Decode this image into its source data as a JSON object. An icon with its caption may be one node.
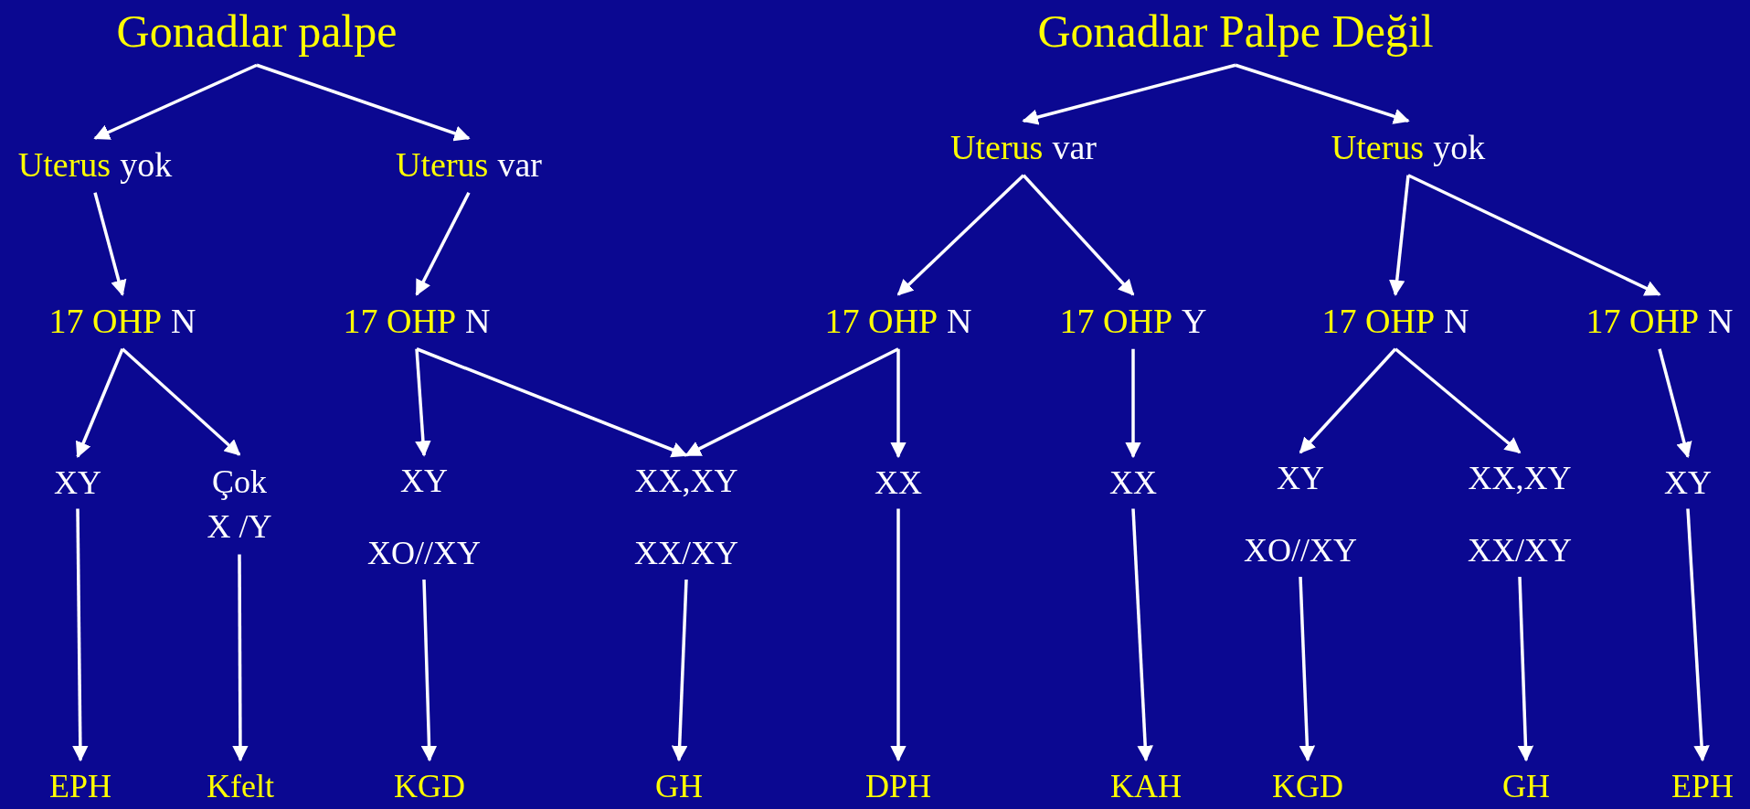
{
  "diagram": {
    "nodes": [
      {
        "text": [
          "Gonadlar palpe"
        ]
      },
      {
        "text": [
          "Gonadlar Palpe Değil"
        ]
      },
      {
        "text": [
          "Uterus",
          "yok"
        ]
      },
      {
        "text": [
          "Uterus",
          "var"
        ]
      },
      {
        "text": [
          "Uterus",
          "var"
        ]
      },
      {
        "text": [
          "Uterus",
          "yok"
        ]
      },
      {
        "text": [
          "17 OHP",
          "N"
        ]
      },
      {
        "text": [
          "17 OHP",
          "N"
        ]
      },
      {
        "text": [
          "17 OHP",
          "N"
        ]
      },
      {
        "text": [
          "17 OHP",
          "Y"
        ]
      },
      {
        "text": [
          "17 OHP",
          "N"
        ]
      },
      {
        "text": [
          "17 OHP",
          "N"
        ]
      },
      {
        "text": [
          "XY"
        ]
      },
      {
        "text": [
          "Çok X /Y"
        ]
      },
      {
        "text": [
          "XY",
          "XO//XY"
        ]
      },
      {
        "text": [
          "XX,XY",
          "XX/XY"
        ]
      },
      {
        "text": [
          "XX"
        ]
      },
      {
        "text": [
          "XX"
        ]
      },
      {
        "text": [
          "XY",
          "XO//XY"
        ]
      },
      {
        "text": [
          "XX,XY",
          "XX/XY"
        ]
      },
      {
        "text": [
          "XY"
        ]
      },
      {
        "text": [
          "EPH"
        ]
      },
      {
        "text": [
          "Kfelt"
        ]
      },
      {
        "text": [
          "KGD"
        ]
      },
      {
        "text": [
          "GH"
        ]
      },
      {
        "text": [
          "DPH"
        ]
      },
      {
        "text": [
          "KAH"
        ]
      },
      {
        "text": [
          "KGD"
        ]
      },
      {
        "text": [
          "GH"
        ]
      },
      {
        "text": [
          "EPH"
        ]
      }
    ],
    "edges": [
      {
        "from": 0,
        "to": 2,
        "arrow": "to"
      },
      {
        "from": 0,
        "to": 3,
        "arrow": "to"
      },
      {
        "from": 1,
        "to": 4,
        "arrow": "to"
      },
      {
        "from": 1,
        "to": 5,
        "arrow": "to"
      },
      {
        "from": 2,
        "to": 6,
        "arrow": "to"
      },
      {
        "from": 3,
        "to": 7,
        "arrow": "to"
      },
      {
        "from": 4,
        "to": 8,
        "arrow": "to"
      },
      {
        "from": 4,
        "to": 9,
        "arrow": "to"
      },
      {
        "from": 5,
        "to": 10,
        "arrow": "to"
      },
      {
        "from": 5,
        "to": 11,
        "arrow": "to"
      },
      {
        "from": 6,
        "to": 12,
        "arrow": "to"
      },
      {
        "from": 6,
        "to": 13,
        "arrow": "to"
      },
      {
        "from": 7,
        "to": 14,
        "arrow": "to"
      },
      {
        "from": 7,
        "to": 15,
        "arrow": "to"
      },
      {
        "from": 8,
        "to": 15,
        "arrow": "to"
      },
      {
        "from": 8,
        "to": 16,
        "arrow": "to"
      },
      {
        "from": 9,
        "to": 17,
        "arrow": "to"
      },
      {
        "from": 10,
        "to": 18,
        "arrow": "to"
      },
      {
        "from": 10,
        "to": 19,
        "arrow": "to"
      },
      {
        "from": 11,
        "to": 20,
        "arrow": "to"
      },
      {
        "from": 12,
        "to": 21,
        "arrow": "to"
      },
      {
        "from": 13,
        "to": 22,
        "arrow": "to"
      },
      {
        "from": 14,
        "to": 23,
        "arrow": "to"
      },
      {
        "from": 15,
        "to": 24,
        "arrow": "to"
      },
      {
        "from": 16,
        "to": 25,
        "arrow": "to"
      },
      {
        "from": 17,
        "to": 26,
        "arrow": "to"
      },
      {
        "from": 18,
        "to": 27,
        "arrow": "to"
      },
      {
        "from": 19,
        "to": 28,
        "arrow": "to"
      },
      {
        "from": 20,
        "to": 29,
        "arrow": "to"
      }
    ]
  }
}
